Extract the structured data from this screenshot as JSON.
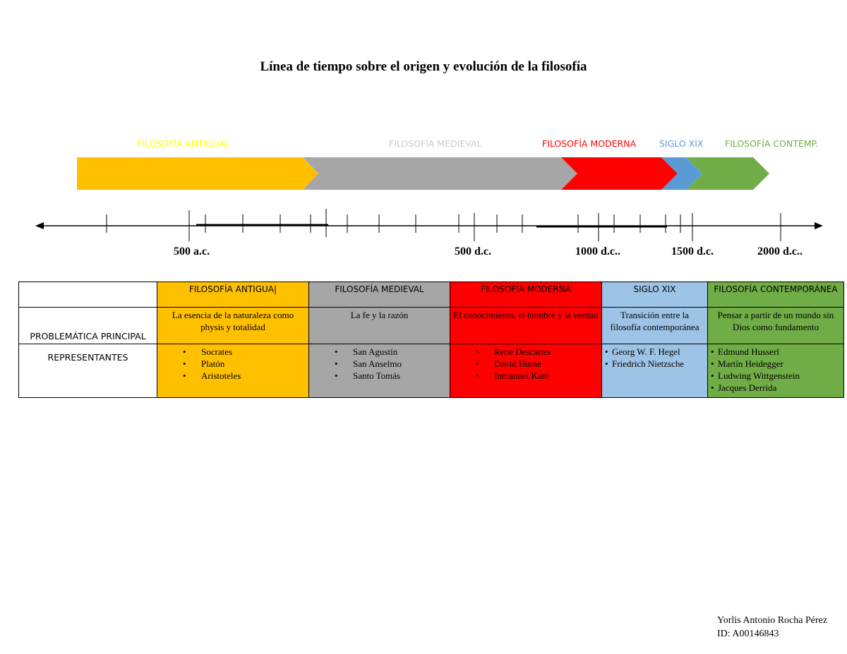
{
  "title": "Línea de tiempo sobre el origen y evolución de la filosofía",
  "colors": {
    "antigua": "#ffc000",
    "medieval": "#a6a6a6",
    "moderna": "#ff0000",
    "siglo_xix": "#5b9bd5",
    "contemporanea": "#70ad47"
  },
  "era_labels": {
    "antigua": "FILOSOFÍA ANTIGUA|",
    "medieval": "FILOSOFÍA MEDIEVAL",
    "moderna": "FILOSOFÍA MODERNA",
    "siglo_xix": "SIGLO XIX",
    "contemporanea": "FILOSOFÍA CONTEMP."
  },
  "axis_labels": {
    "l500ac": "500 a.c.",
    "l500dc": "500 d.c.",
    "l1000dc": "1000 d.c..",
    "l1500dc": "1500 d.c.",
    "l2000dc": "2000 d.c.."
  },
  "table": {
    "headers": {
      "antigua": "FILOSOFÍA ANTIGUA|",
      "medieval": "FILOSOFÍA MEDIEVAL",
      "moderna": "FILOSOFÍA MODERNA",
      "siglo_xix": "SIGLO XIX",
      "contemporanea": "FILOSOFÍA CONTEMPORÁNEA"
    },
    "row_problematica": "PROBLEMÁTICA PRINCIPAL",
    "row_representantes": "REPRESENTANTES",
    "problematica": {
      "antigua": "La esencia de la naturaleza como physis y totalidad",
      "medieval": "La fe y la razón",
      "moderna": "El conocimiento, el hombre y la verdad",
      "siglo_xix": "Transición entre la filosofía contemporánea",
      "contemporanea": "Pensar a partir de un mundo sin Dios como fundamento"
    },
    "representantes": {
      "antigua": [
        "Socrates",
        "Platón",
        "Aristoteles"
      ],
      "medieval": [
        "San Agustín",
        "San Anselmo",
        "Santo Tomás"
      ],
      "moderna": [
        "René Descartes",
        "David Hume",
        "Inmanuel Kant"
      ],
      "siglo_xix": [
        "Georg W. F. Hegel",
        "Friedrich Nietzsche"
      ],
      "contemporanea": [
        "Edmund Husserl",
        "Martín Heidegger",
        "Ludwing Wittgenstein",
        "Jacques Derrida"
      ]
    }
  },
  "author": {
    "name": "Yorlis Antonio Rocha Pérez",
    "id": "ID: A00146843"
  }
}
